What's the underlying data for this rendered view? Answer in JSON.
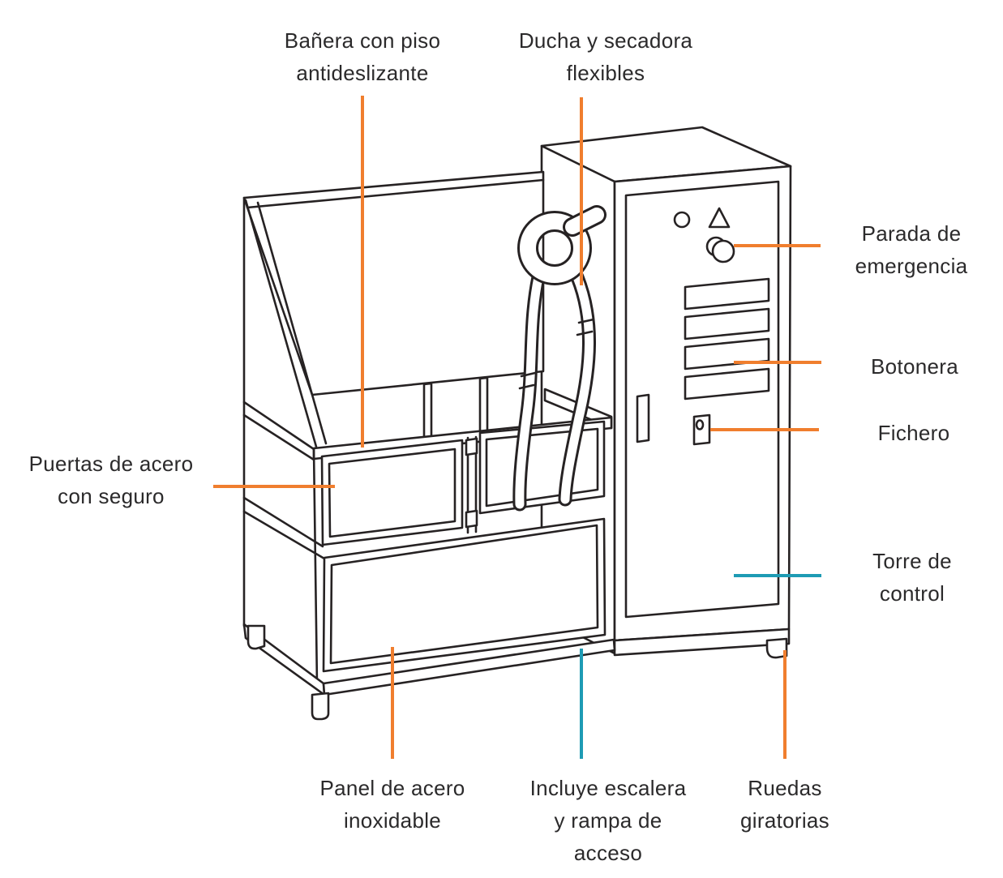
{
  "colors": {
    "stroke": "#262223",
    "orange": "#F07E2E",
    "teal": "#1E9BB4",
    "text": "#2B2A2B",
    "background": "#FFFFFF"
  },
  "labels": {
    "banera": {
      "text": "Bañera con piso antideslizante",
      "accent": "orange",
      "lines": [
        "Bañera con piso",
        "antideslizante"
      ]
    },
    "ducha": {
      "text": "Ducha y secadora flexibles",
      "accent": "orange",
      "lines": [
        "Ducha y secadora",
        "flexibles"
      ]
    },
    "parada": {
      "text": "Parada de emergencia",
      "accent": "orange",
      "lines": [
        "Parada de",
        "emergencia"
      ]
    },
    "botonera": {
      "text": "Botonera",
      "accent": "orange",
      "lines": [
        "Botonera"
      ]
    },
    "fichero": {
      "text": "Fichero",
      "accent": "orange",
      "lines": [
        "Fichero"
      ]
    },
    "torre": {
      "text": "Torre de control",
      "accent": "teal",
      "lines": [
        "Torre de",
        "control"
      ]
    },
    "puertas": {
      "text": "Puertas de acero con seguro",
      "accent": "orange",
      "lines": [
        "Puertas de acero",
        "con seguro"
      ]
    },
    "panel": {
      "text": "Panel de acero inoxidable",
      "accent": "orange",
      "lines": [
        "Panel de acero",
        "inoxidable"
      ]
    },
    "incluye": {
      "text": "Incluye escalera y rampa de acceso",
      "accent": "teal",
      "lines": [
        "Incluye escalera",
        "y rampa de",
        "acceso"
      ]
    },
    "ruedas": {
      "text": "Ruedas giratorias",
      "accent": "orange",
      "lines": [
        "Ruedas",
        "giratorias"
      ]
    }
  }
}
